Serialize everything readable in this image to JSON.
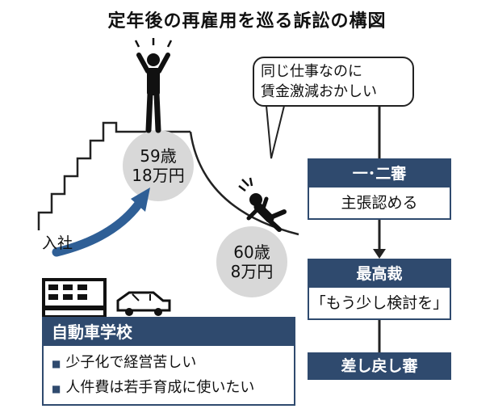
{
  "title": "定年後の再雇用を巡る訴訟の構図",
  "stair_label": "入社",
  "age59": {
    "age": "59歳",
    "salary": "18万円"
  },
  "age60": {
    "age": "60歳",
    "salary": "8万円"
  },
  "speech": {
    "line1": "同じ仕事なのに",
    "line2": "賃金激減おかしい"
  },
  "flow": [
    {
      "head": "一･二審",
      "body": "主張認める"
    },
    {
      "head": "最高裁",
      "body": "「もう少し検討を」"
    },
    {
      "head": "差し戻し審",
      "body": ""
    }
  ],
  "school": {
    "title": "自動車学校",
    "items": [
      "少子化で経営苦しい",
      "人件費は若手育成に使いたい"
    ]
  },
  "colors": {
    "navy": "#2f4a6e",
    "gray_circle": "#d8d8d8"
  },
  "icons": [
    "person-cheering-icon",
    "person-falling-icon",
    "building-icon",
    "car-icon",
    "arrow-up-icon"
  ]
}
